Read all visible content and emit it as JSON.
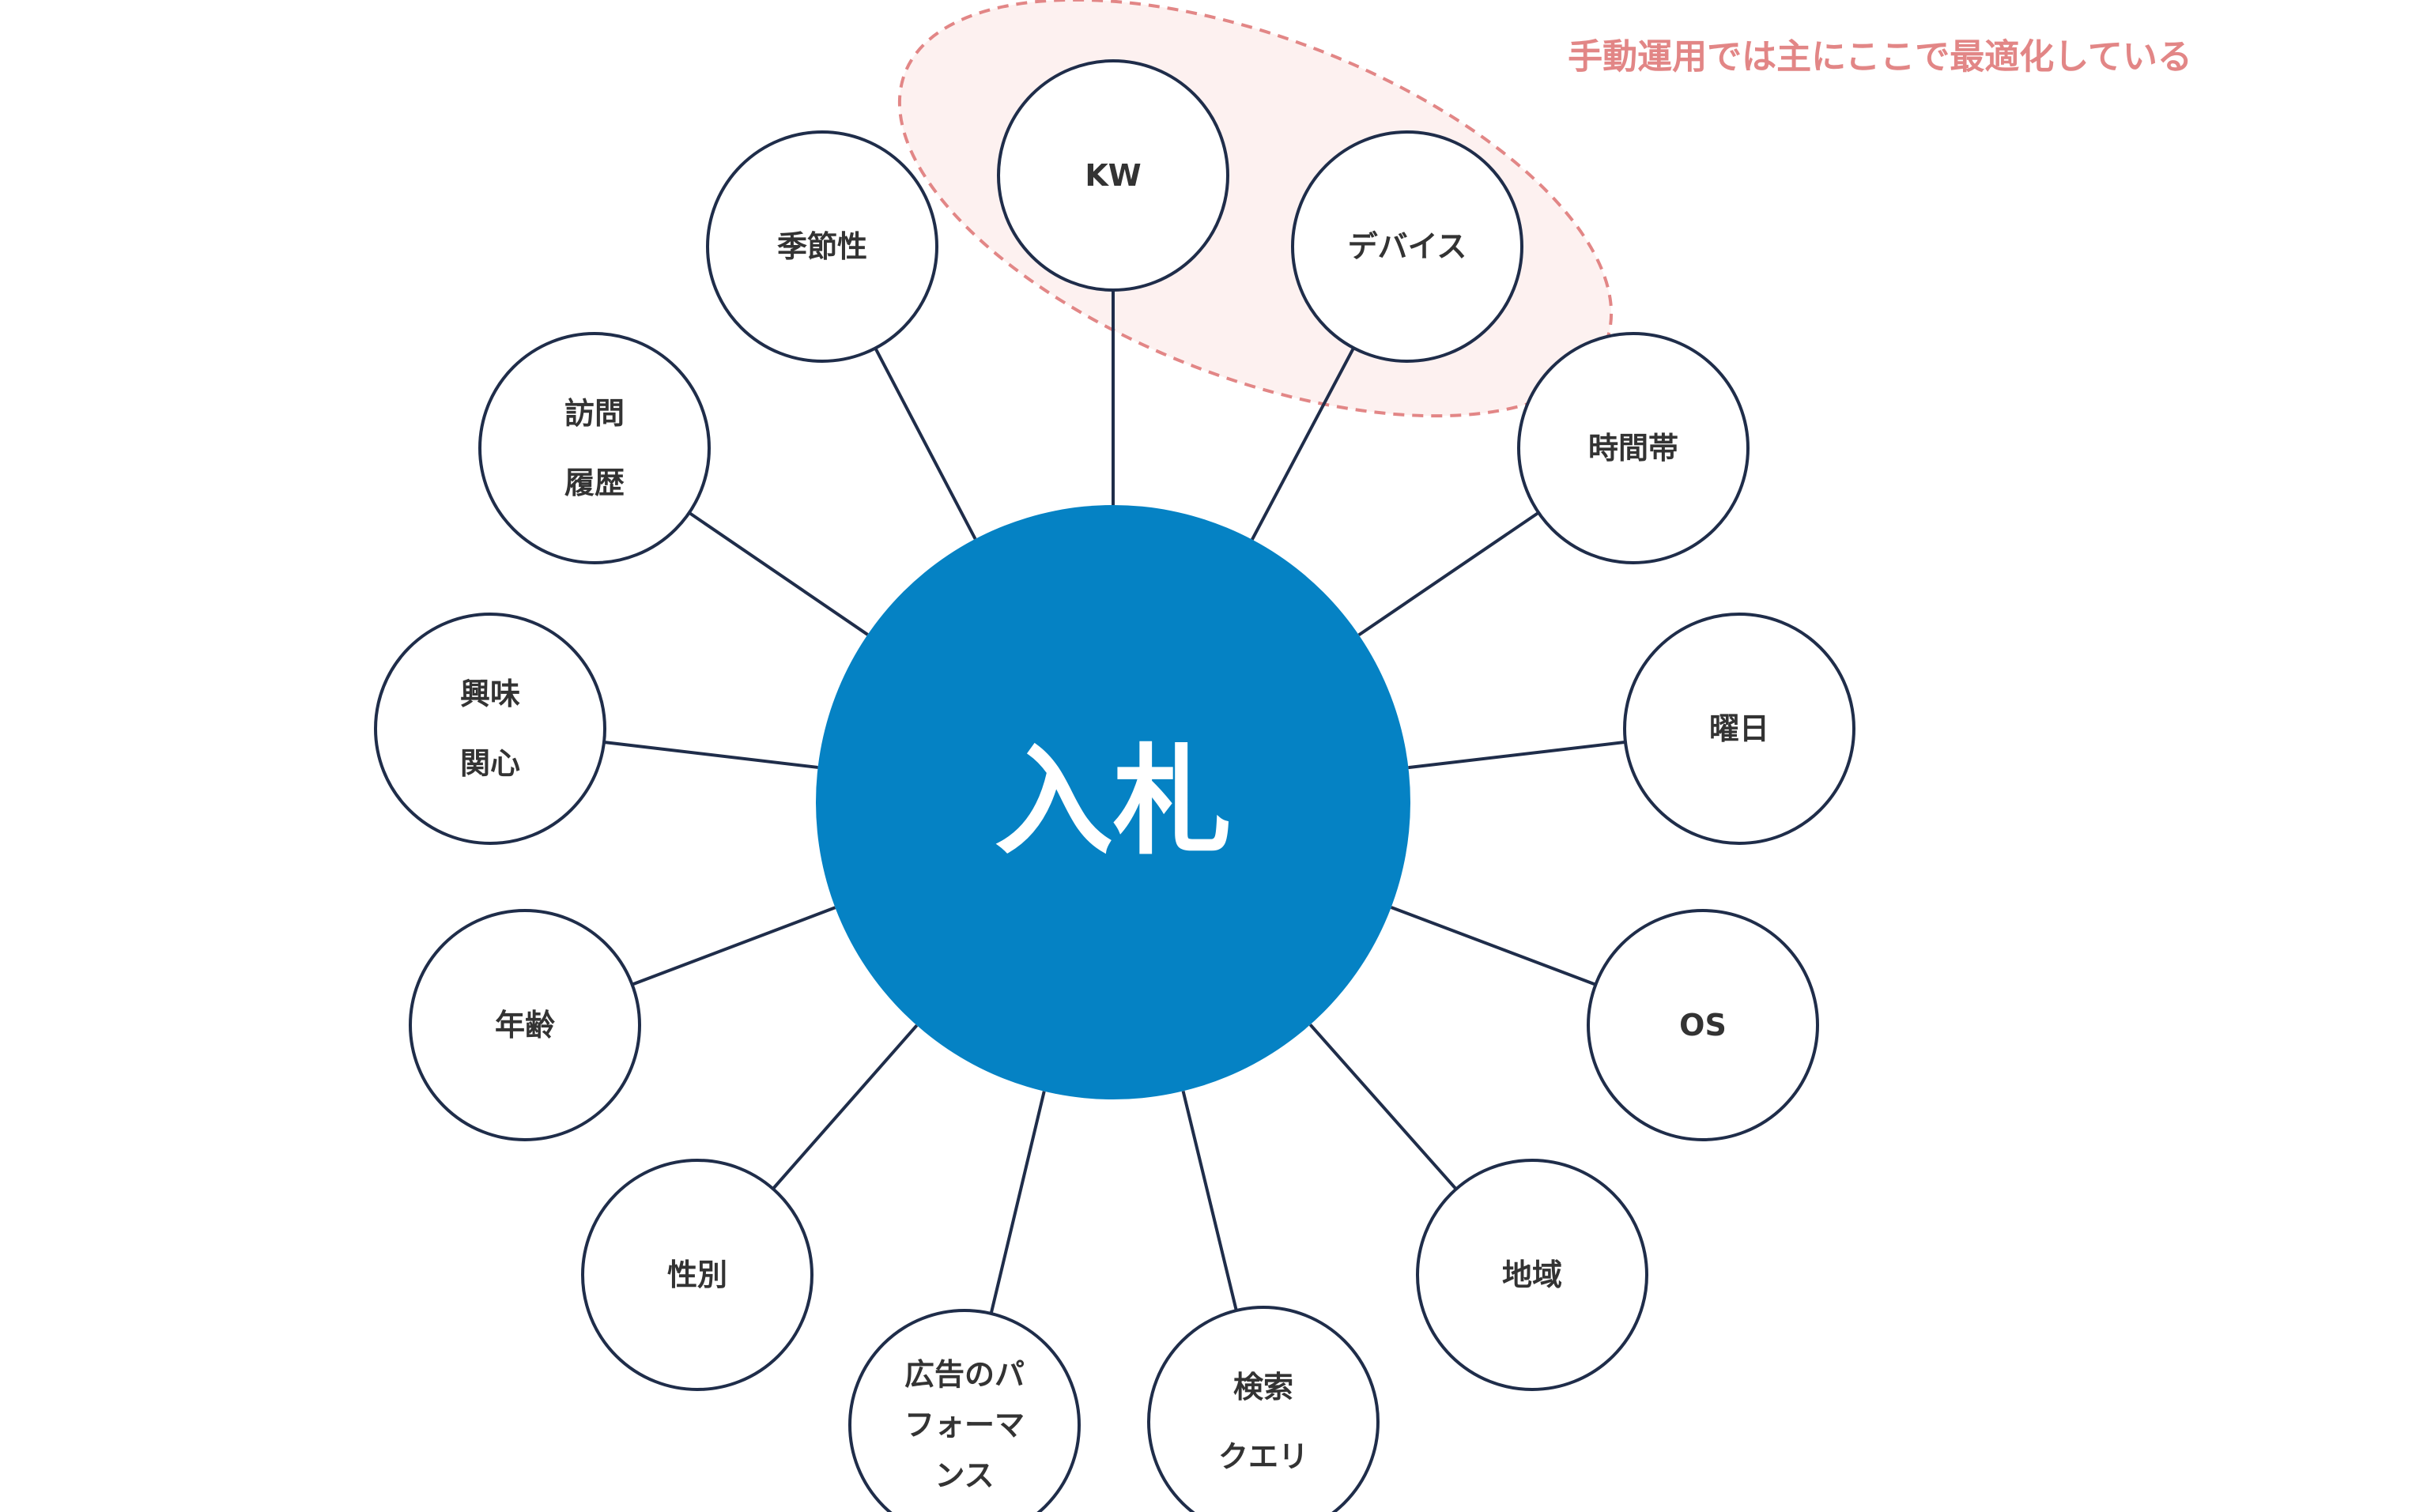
{
  "annotation": {
    "text": "手動運用では主にここで最適化している",
    "color": "#e28686",
    "fill": "#fdf1f0"
  },
  "center": {
    "label": "入札",
    "color": "#0582c4"
  },
  "node_style": {
    "stroke": "#1f2d4a",
    "fill": "#ffffff"
  },
  "nodes": [
    {
      "id": "kw",
      "lines": [
        "KW"
      ]
    },
    {
      "id": "device",
      "lines": [
        "デバイス"
      ]
    },
    {
      "id": "time-of-day",
      "lines": [
        "時間帯"
      ]
    },
    {
      "id": "day-of-week",
      "lines": [
        "曜日"
      ]
    },
    {
      "id": "os",
      "lines": [
        "OS"
      ]
    },
    {
      "id": "region",
      "lines": [
        "地域"
      ]
    },
    {
      "id": "search-query",
      "lines": [
        "検索",
        "クエリ"
      ]
    },
    {
      "id": "ad-performance",
      "lines": [
        "広告のパ",
        "フォーマ",
        "ンス"
      ]
    },
    {
      "id": "gender",
      "lines": [
        "性別"
      ]
    },
    {
      "id": "age",
      "lines": [
        "年齢"
      ]
    },
    {
      "id": "interest",
      "lines": [
        "興味",
        "関心"
      ]
    },
    {
      "id": "visit-history",
      "lines": [
        "訪問",
        "履歴"
      ]
    },
    {
      "id": "seasonality",
      "lines": [
        "季節性"
      ]
    }
  ]
}
